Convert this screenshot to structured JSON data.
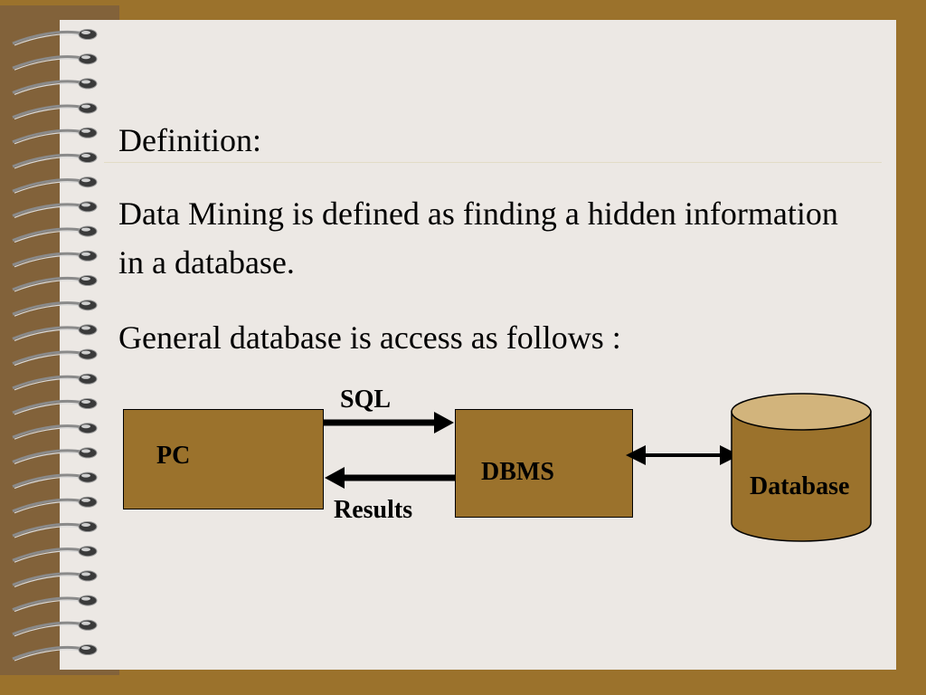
{
  "slide": {
    "heading": "Definition:",
    "paragraph": "Data Mining is defined as finding a hidden information in a database.",
    "access_line": "General database is access as follows :"
  },
  "diagram": {
    "pc_label": "PC",
    "dbms_label": "DBMS",
    "database_label": "Database",
    "sql_label": "SQL",
    "results_label": "Results"
  },
  "colors": {
    "frame": "#9b722c",
    "spine": "#82623a",
    "paper": "#ece8e4",
    "box_fill": "#9b722c",
    "cylinder_top": "#d2b47c"
  },
  "icons": [
    "spiral-binding-ring-icon"
  ]
}
